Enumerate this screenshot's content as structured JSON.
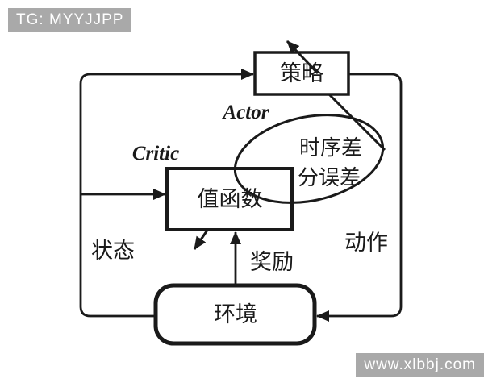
{
  "watermarks": {
    "top_left": "TG: MYYJJPP",
    "bottom_right": "www.xlbbj.com"
  },
  "diagram": {
    "title_implicit": "Actor-Critic reinforcement learning diagram",
    "nodes": {
      "policy": {
        "label": "策略",
        "shape": "rectangle"
      },
      "value_function": {
        "label": "值函数",
        "shape": "rectangle"
      },
      "environment": {
        "label": "环境",
        "shape": "rounded-rectangle"
      }
    },
    "annotations": {
      "actor": "Actor",
      "critic": "Critic",
      "td_error_line1": "时序差",
      "td_error_line2": "分误差"
    },
    "edge_labels": {
      "state": "状态",
      "action": "动作",
      "reward": "奖励"
    },
    "colors": {
      "line": "#1a1a1a",
      "background": "#ffffff",
      "watermark_bg": "#a9a9a9",
      "watermark_text": "#ffffff"
    }
  }
}
